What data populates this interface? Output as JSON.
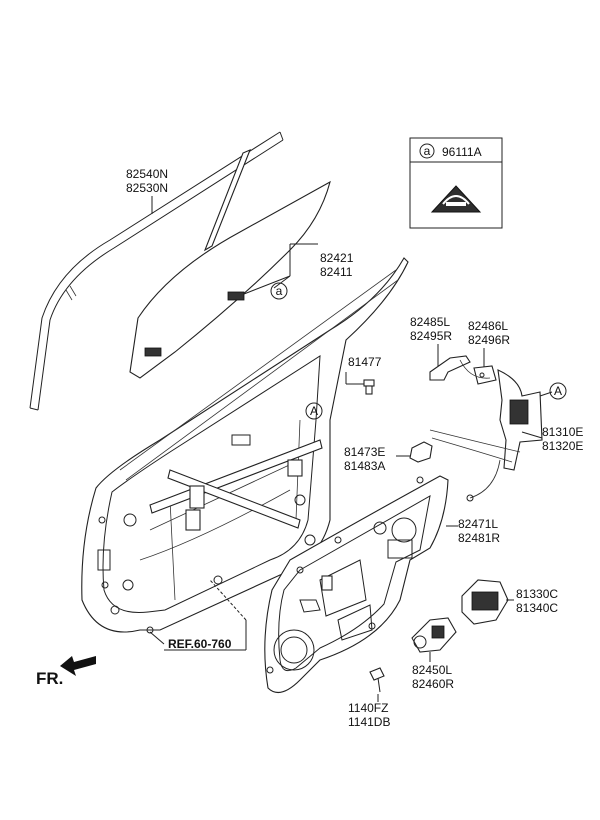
{
  "legend_box": {
    "circle_letter": "a",
    "part_number": "96111A"
  },
  "labels": {
    "p82540N": "82540N",
    "p82530N": "82530N",
    "p82421": "82421",
    "p82411": "82411",
    "circle_a_glass": "a",
    "p81477": "81477",
    "p82485L": "82485L",
    "p82495R": "82495R",
    "p82486L": "82486L",
    "p82496R": "82496R",
    "circle_A_latch": "A",
    "p81310E": "81310E",
    "p81320E": "81320E",
    "circle_A_door": "A",
    "p81473E": "81473E",
    "p81483A": "81483A",
    "p82471L": "82471L",
    "p82481R": "82481R",
    "p81330C": "81330C",
    "p81340C": "81340C",
    "ref": "REF.60-760",
    "p82450L": "82450L",
    "p82460R": "82460R",
    "p1140FZ": "1140FZ",
    "p1141DB": "1141DB",
    "fr": "FR."
  }
}
